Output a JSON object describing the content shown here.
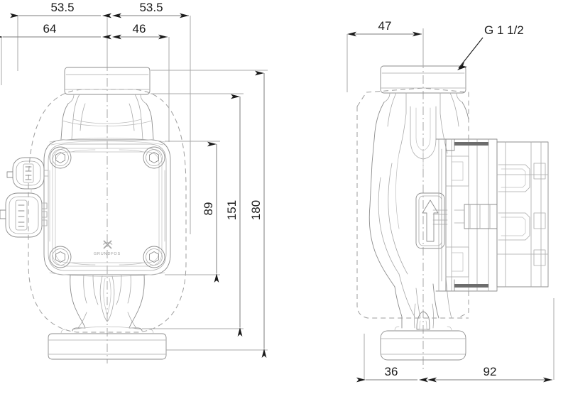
{
  "drawing": {
    "title": "Grundfos circulator pump dimensional drawing",
    "brand": "GRUNDFOS",
    "line_color": "#8d8d8d",
    "dim_color": "#1b1b1b",
    "background": "#ffffff"
  },
  "views": {
    "front": {
      "name": "front-view",
      "label": ""
    },
    "side": {
      "name": "side-view",
      "label": ""
    }
  },
  "dimensions": {
    "top_row_1": [
      {
        "id": "d-53-5-left",
        "value": "53.5"
      },
      {
        "id": "d-53-5-right",
        "value": "53.5"
      }
    ],
    "top_row_2": [
      {
        "id": "d-64",
        "value": "64"
      },
      {
        "id": "d-46",
        "value": "46"
      }
    ],
    "vertical": [
      {
        "id": "d-89",
        "value": "89"
      },
      {
        "id": "d-151",
        "value": "151"
      },
      {
        "id": "d-180",
        "value": "180"
      }
    ],
    "side_top": [
      {
        "id": "d-47",
        "value": "47"
      }
    ],
    "side_bottom": [
      {
        "id": "d-36",
        "value": "36"
      },
      {
        "id": "d-92",
        "value": "92"
      }
    ]
  },
  "callouts": [
    {
      "id": "thread-callout",
      "text": "G 1 1/2"
    }
  ]
}
